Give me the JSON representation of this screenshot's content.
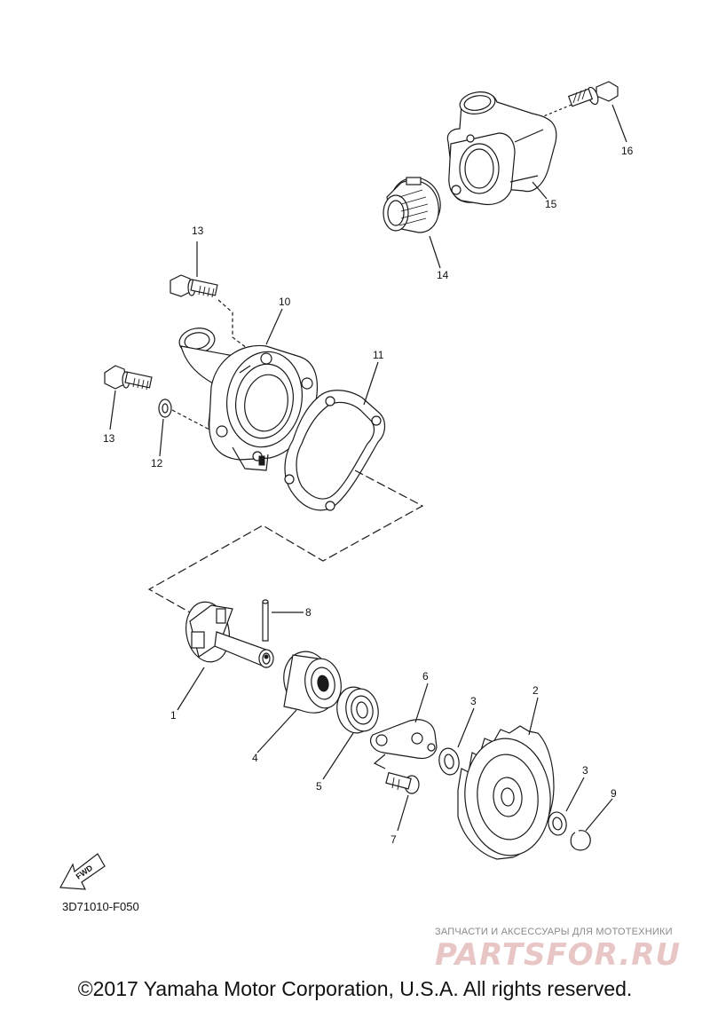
{
  "diagram": {
    "callouts": {
      "p1": "1",
      "p2": "2",
      "p3a": "3",
      "p3b": "3",
      "p4": "4",
      "p5": "5",
      "p6": "6",
      "p7": "7",
      "p8": "8",
      "p9": "9",
      "p10": "10",
      "p11": "11",
      "p12": "12",
      "p13a": "13",
      "p13b": "13",
      "p14": "14",
      "p15": "15",
      "p16": "16"
    },
    "fwd_label": "FWD",
    "drawing_code": "3D71010-F050"
  },
  "watermark": {
    "tagline": "ЗАПЧАСТИ И АКСЕССУАРЫ ДЛЯ МОТОТЕХНИКИ",
    "logo": "PARTSFOR.RU"
  },
  "footer": {
    "copyright": "©2017 Yamaha Motor Corporation, U.S.A. All rights reserved."
  }
}
